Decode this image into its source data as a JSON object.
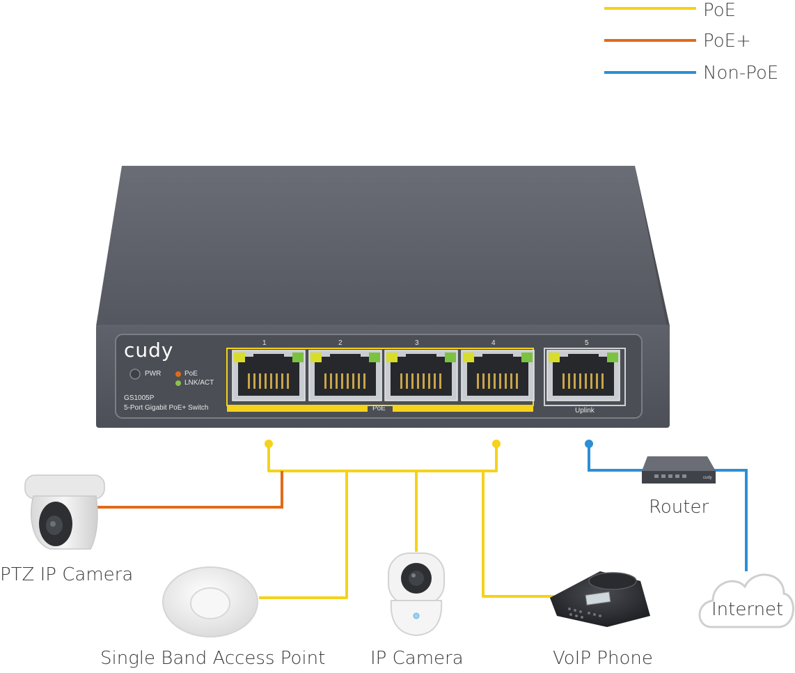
{
  "legend": {
    "items": [
      {
        "label": "PoE",
        "color": "#f5d21b"
      },
      {
        "label": "PoE+",
        "color": "#e06a1b"
      },
      {
        "label": "Non-PoE",
        "color": "#2b8fd6"
      }
    ]
  },
  "switch": {
    "brand": "cudy",
    "model": "GS1005P",
    "description": "5-Port Gigabit PoE+ Switch",
    "led_pwr": "PWR",
    "led_poe": "PoE",
    "led_lnk": "LNK/ACT",
    "port_numbers": [
      "1",
      "2",
      "3",
      "4",
      "5"
    ],
    "poe_group_label": "PoE",
    "uplink_label": "Uplink",
    "body_color": "#5d6068"
  },
  "router": {
    "brand": "cudy"
  },
  "devices": {
    "ptz_camera": "PTZ IP Camera",
    "access_point": "Single Band Access Point",
    "ip_camera": "IP Camera",
    "voip_phone": "VoIP Phone",
    "router": "Router",
    "internet": "Internet"
  }
}
